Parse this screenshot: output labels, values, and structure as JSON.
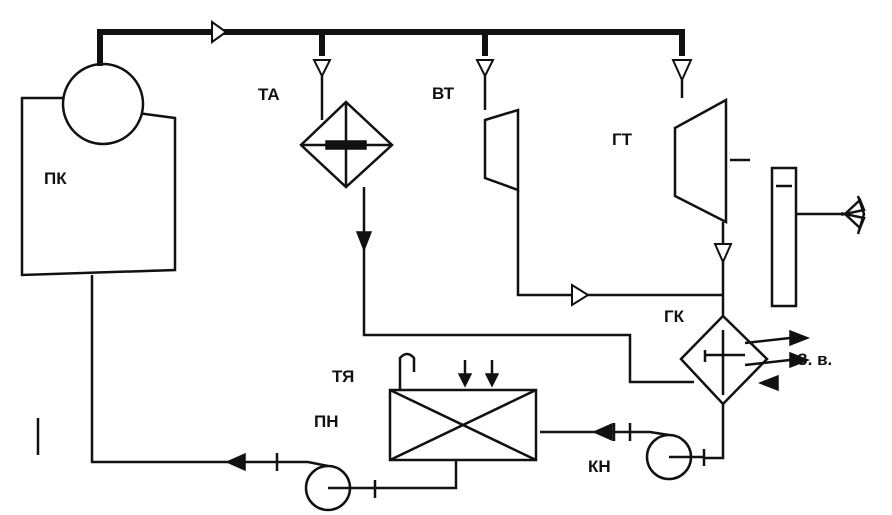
{
  "labels": {
    "pk": "ПК",
    "ta": "ТА",
    "vt": "ВТ",
    "gt": "ГТ",
    "gk": "ГК",
    "zv": "З. в.",
    "tya": "ТЯ",
    "pn": "ПН",
    "kn": "КН"
  }
}
